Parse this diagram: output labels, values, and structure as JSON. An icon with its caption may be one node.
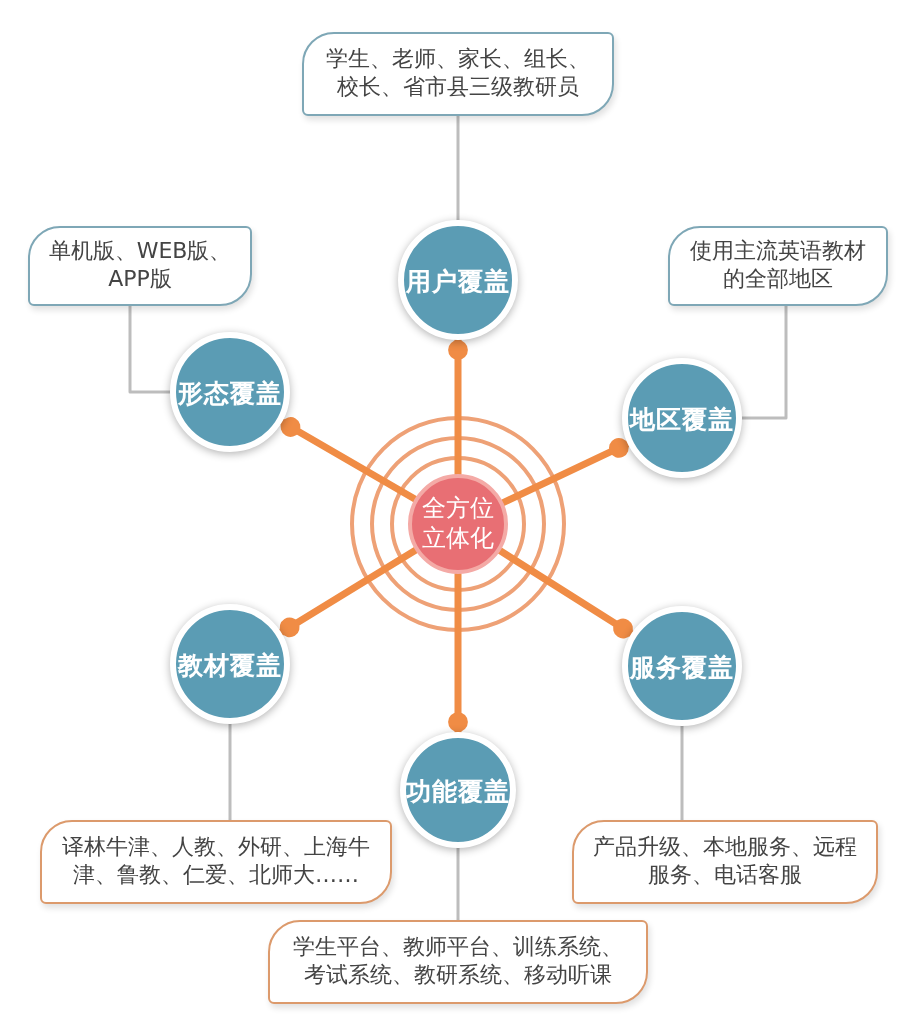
{
  "diagram": {
    "nodes": [
      {
        "text": [
          "学生、老师、家长、组长、校长、省市县三级教研员"
        ]
      },
      {
        "text": [
          "用户覆盖"
        ]
      },
      {
        "text": [
          "单机版、WEB版、APP版"
        ]
      },
      {
        "text": [
          "使用主流英语教材的全部地区"
        ]
      },
      {
        "text": [
          "形态覆盖"
        ]
      },
      {
        "text": [
          "地区覆盖"
        ]
      },
      {
        "text": [
          "全方位立体化"
        ]
      },
      {
        "text": [
          "教材覆盖"
        ]
      },
      {
        "text": [
          "服务覆盖"
        ]
      },
      {
        "text": [
          "功能覆盖"
        ]
      },
      {
        "text": [
          "译林牛津、人教、外研、上海牛津、鲁教、仁爱、北师大……"
        ]
      },
      {
        "text": [
          "产品升级、本地服务、远程服务、电话客服"
        ]
      },
      {
        "text": [
          "学生平台、教师平台、训练系统、考试系统、教研系统、移动听课"
        ]
      }
    ],
    "edges": [
      {
        "from": 6,
        "to": 1,
        "arrow": "other",
        "style": "thick",
        "color": "#f08c45"
      },
      {
        "from": 6,
        "to": 4,
        "arrow": "other",
        "style": "thick",
        "color": "#f08c45"
      },
      {
        "from": 6,
        "to": 5,
        "arrow": "other",
        "style": "thick",
        "color": "#f08c45"
      },
      {
        "from": 6,
        "to": 7,
        "arrow": "other",
        "style": "thick",
        "color": "#f08c45"
      },
      {
        "from": 6,
        "to": 8,
        "arrow": "other",
        "style": "thick",
        "color": "#f08c45"
      },
      {
        "from": 6,
        "to": 9,
        "arrow": "other",
        "style": "thick",
        "color": "#f08c45"
      },
      {
        "from": 1,
        "to": 0,
        "arrow": "none",
        "color": "#bdbdbd"
      },
      {
        "from": 4,
        "to": 2,
        "arrow": "none",
        "color": "#bdbdbd"
      },
      {
        "from": 5,
        "to": 3,
        "arrow": "none",
        "color": "#bdbdbd"
      },
      {
        "from": 7,
        "to": 10,
        "arrow": "none",
        "color": "#bdbdbd"
      },
      {
        "from": 8,
        "to": 11,
        "arrow": "none",
        "color": "#bdbdbd"
      },
      {
        "from": 9,
        "to": 12,
        "arrow": "none",
        "color": "#bdbdbd"
      }
    ]
  }
}
